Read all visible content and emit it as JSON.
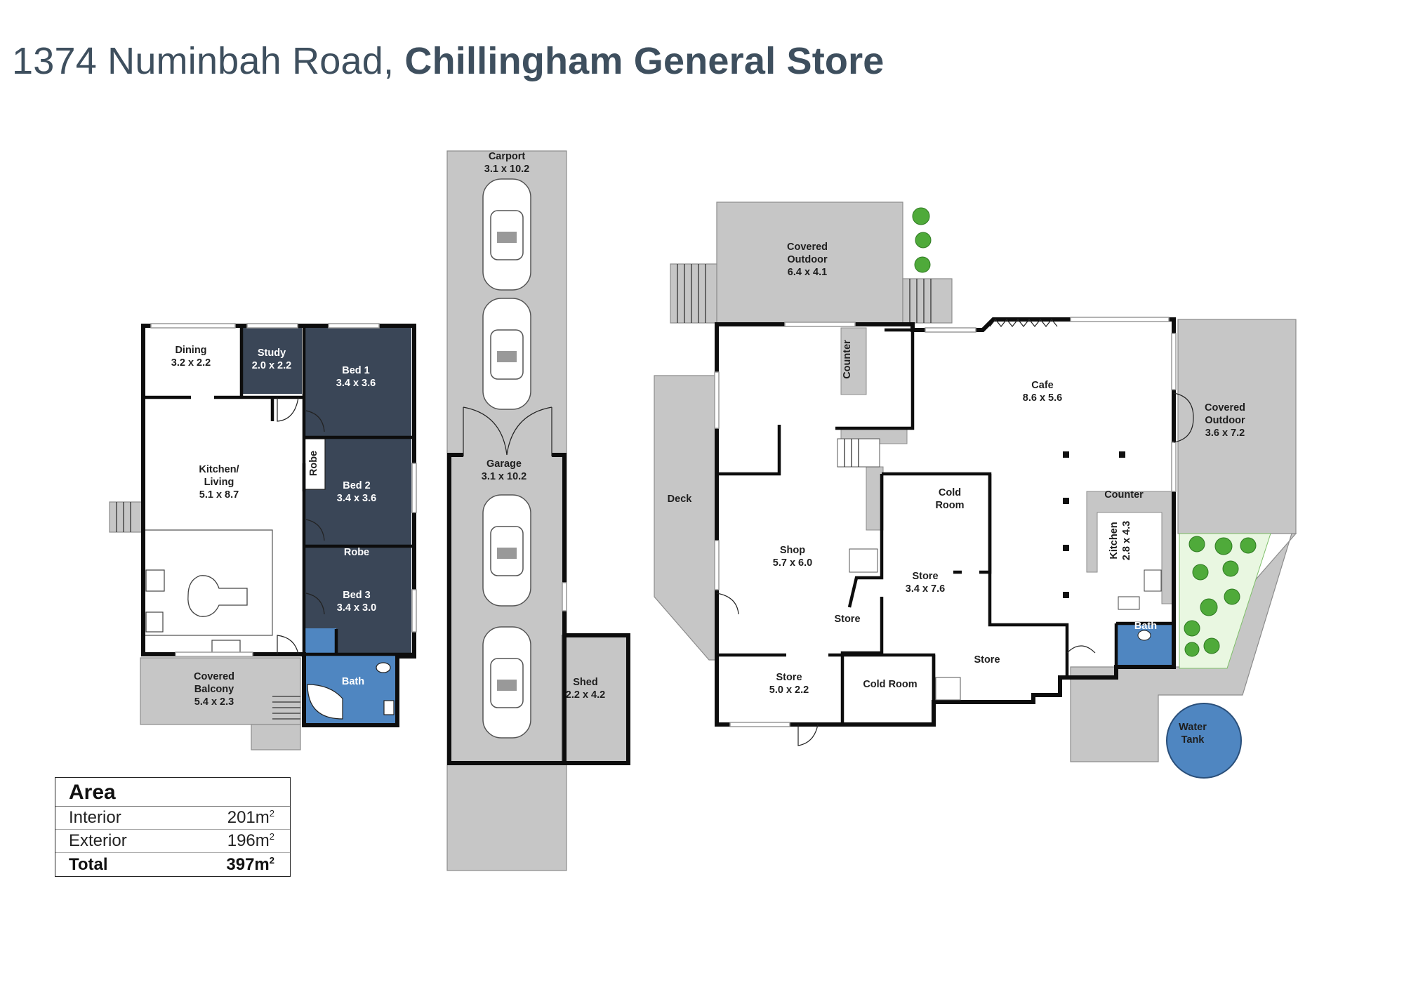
{
  "title": {
    "address": "1374 Numinbah Road,",
    "name": "Chillingham General Store"
  },
  "rooms": {
    "dining": {
      "name": "Dining",
      "size": "3.2 x 2.2"
    },
    "study": {
      "name": "Study",
      "size": "2.0 x 2.2"
    },
    "bed1": {
      "name": "Bed 1",
      "size": "3.4 x 3.6"
    },
    "bed2": {
      "name": "Bed 2",
      "size": "3.4 x 3.6"
    },
    "bed3": {
      "name": "Bed 3",
      "size": "3.4 x 3.0"
    },
    "robe1": {
      "name": "Robe"
    },
    "robe2": {
      "name": "Robe"
    },
    "kitchen_living": {
      "name1": "Kitchen/",
      "name2": "Living",
      "size": "5.1 x 8.7"
    },
    "covered_balcony": {
      "name1": "Covered",
      "name2": "Balcony",
      "size": "5.4 x 2.3"
    },
    "bath1": {
      "name": "Bath"
    },
    "carport": {
      "name": "Carport",
      "size": "3.1 x 10.2"
    },
    "garage": {
      "name": "Garage",
      "size": "3.1 x 10.2"
    },
    "shed": {
      "name": "Shed",
      "size": "2.2 x 4.2"
    },
    "covered_outdoor1": {
      "name1": "Covered",
      "name2": "Outdoor",
      "size": "6.4 x 4.1"
    },
    "counter1": {
      "name": "Counter"
    },
    "deck": {
      "name": "Deck"
    },
    "shop": {
      "name": "Shop",
      "size": "5.7 x 6.0"
    },
    "store_small": {
      "name": "Store"
    },
    "store_bottom": {
      "name": "Store",
      "size": "5.0 x 2.2"
    },
    "cold_room_bottom": {
      "name": "Cold Room"
    },
    "cold_room_top": {
      "name1": "Cold",
      "name2": "Room"
    },
    "store_mid": {
      "name": "Store",
      "size": "3.4 x 7.6"
    },
    "store_right": {
      "name": "Store"
    },
    "cafe": {
      "name": "Cafe",
      "size": "8.6 x 5.6"
    },
    "counter2": {
      "name": "Counter"
    },
    "kitchen2": {
      "name": "Kitchen",
      "size": "2.8 x 4.3"
    },
    "bath2": {
      "name": "Bath"
    },
    "covered_outdoor2": {
      "name1": "Covered",
      "name2": "Outdoor",
      "size": "3.6 x 7.2"
    },
    "water_tank": {
      "name1": "Water",
      "name2": "Tank"
    }
  },
  "area": {
    "heading": "Area",
    "unit": "m",
    "unit_power": "2",
    "rows": [
      {
        "label": "Interior",
        "value": "201"
      },
      {
        "label": "Exterior",
        "value": "196"
      },
      {
        "label": "Total",
        "value": "397"
      }
    ]
  },
  "colors": {
    "title": "#3e4f5e",
    "dark_room": "#3a4657",
    "wet_room": "#4f86c1",
    "exterior": "#c6c6c6",
    "garden": "#e9f7e1"
  }
}
